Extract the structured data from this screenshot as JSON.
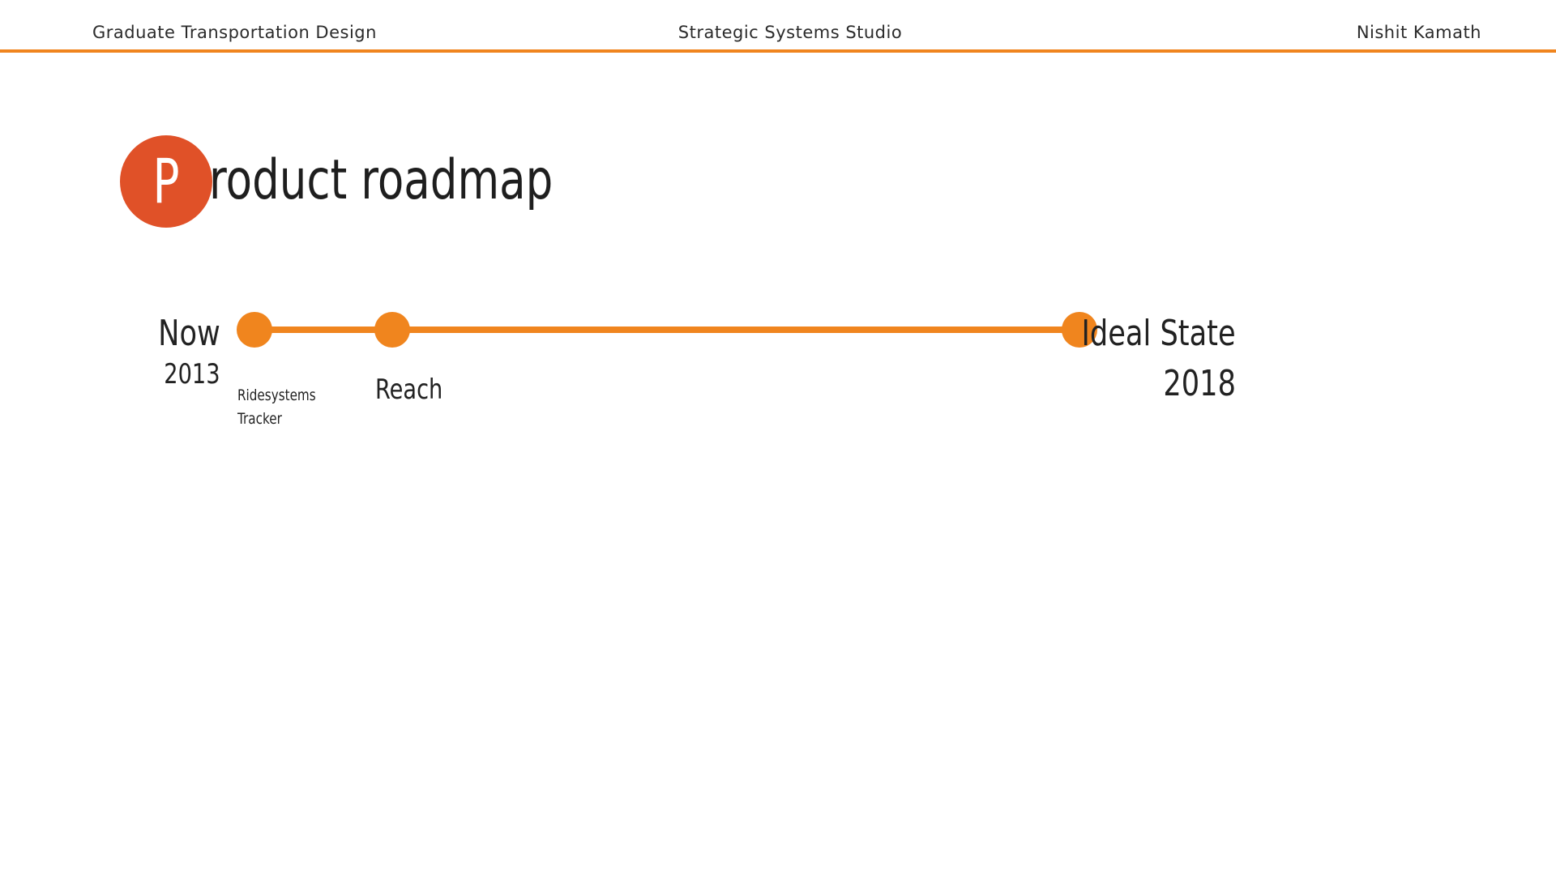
{
  "header": {
    "left": "Graduate Transportation Design",
    "center": "Strategic Systems Studio",
    "right": "Nishit Kamath"
  },
  "title": {
    "initial": "P",
    "rest": "roduct roadmap"
  },
  "timeline": {
    "start": {
      "label": "Now",
      "year": "2013"
    },
    "milestones": [
      {
        "label": "Ridesystems Tracker"
      },
      {
        "label": "Reach"
      }
    ],
    "end": {
      "label": "Ideal State",
      "year": "2018"
    }
  },
  "colors": {
    "accent": "#f0851e",
    "title_circle": "#e05128",
    "header_rule": "#f0851e"
  }
}
